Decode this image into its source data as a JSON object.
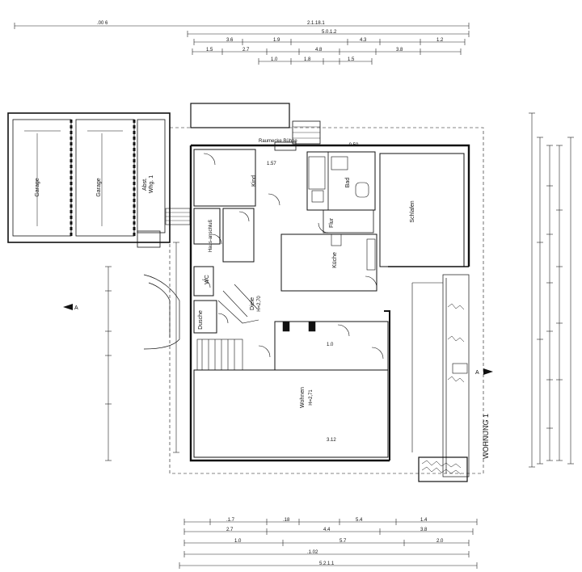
{
  "rooms": {
    "garage_left": "Garage",
    "garage_right": "Garage",
    "abst": "Abst.",
    "whg": "Whg. 1",
    "kind": "Kind",
    "bad": "Bad",
    "flur": "Flur",
    "schlafen": "Schlafen",
    "hausanschluss": "Haus-anschluß",
    "kueche": "Küche",
    "wc": "WC",
    "diele": "Diele",
    "dusche": "Dusche",
    "wohnen": "Wohnen",
    "wohnen_height": "H=2,71",
    "diele_height": "H=2,70"
  },
  "unit_label": "WOHNUNG 1",
  "section_marker": "A"
}
